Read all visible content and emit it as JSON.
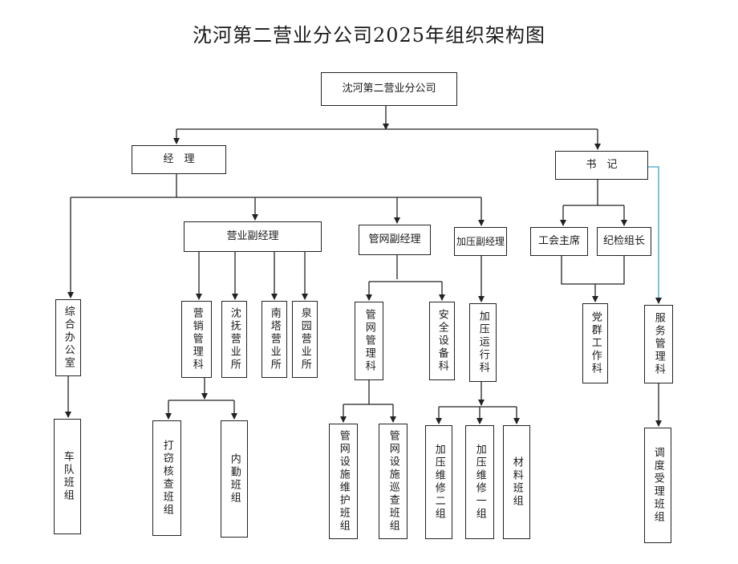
{
  "title": "沈河第二营业分公司2025年组织架构图",
  "line_color": "#222222",
  "accent_line_color": "#3aa6c9",
  "nodes": {
    "root": "沈河第二营业分公司",
    "manager": "经　理",
    "secretary": "书　记",
    "sales_deputy": "营业副经理",
    "pipenet_deputy": "管网副经理",
    "pressure_deputy": "加压副经理",
    "union_chair": "工会主席",
    "discipline_head": "纪检组长",
    "general_office": "综合办公室",
    "fleet_team": "车队班组",
    "marketing_dept": "营销管理科",
    "shenfu_office": "沈抚营业所",
    "nanta_office": "南塔营业所",
    "quanyuan_office": "泉园营业所",
    "theft_team": "打窃核查班组",
    "logistics_team": "内勤班组",
    "pipenet_dept": "管网管理科",
    "safety_dept": "安全设备科",
    "maint_team": "管网设施维护班组",
    "patrol_team": "管网设施巡查班组",
    "pressure_dept": "加压运行科",
    "pressure_maint2": "加压维修二组",
    "pressure_maint1": "加压维修一组",
    "materials_team": "材料班组",
    "party_work_dept": "党群工作科",
    "service_dept": "服务管理科",
    "dispatch_team": "调度受理班组"
  }
}
